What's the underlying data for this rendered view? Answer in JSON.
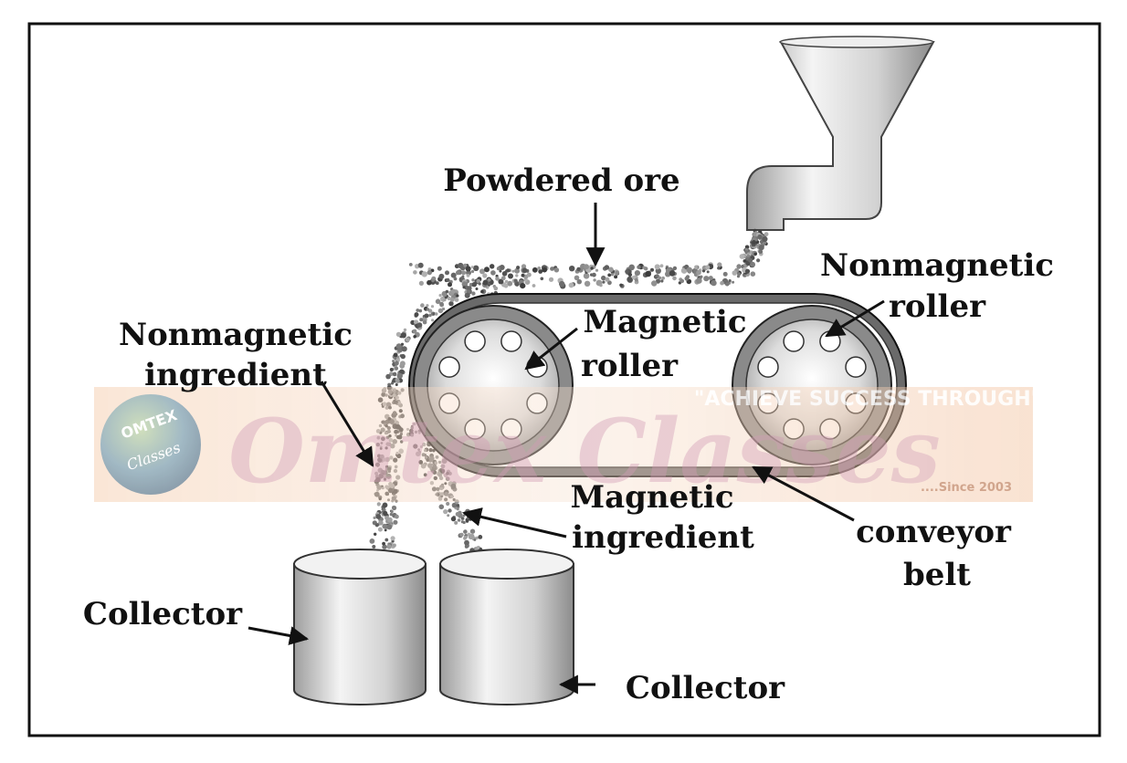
{
  "labels": {
    "powdered_ore": "Powdered ore",
    "nonmagnetic_roller_line1": "Nonmagnetic",
    "nonmagnetic_roller_line2": "roller",
    "magnetic_roller_line1": "Magnetic",
    "magnetic_roller_line2": "roller",
    "nonmagnetic_ingredient_line1": "Nonmagnetic",
    "nonmagnetic_ingredient_line2": "ingredient",
    "magnetic_ingredient_line1": "Magnetic",
    "magnetic_ingredient_line2": "ingredient",
    "conveyor_belt_line1": "conveyor",
    "conveyor_belt_line2": "belt",
    "collector_left": "Collector",
    "collector_right": "Collector"
  },
  "watermark": {
    "tagline": "\"ACHIEVE SUCCESS THROUGH\"",
    "brand": "Omtex Classes",
    "since": "....Since 2003",
    "badge_top": "OMTEX",
    "badge_bottom": "Classes"
  },
  "colors": {
    "outline": "#111111",
    "belt": "#5a5a5a",
    "roller_fill": "#e6e6e6",
    "collector_fill": "#dcdcdc",
    "watermark_band": "#f6d7c2",
    "watermark_text": "#d9a7b8"
  }
}
